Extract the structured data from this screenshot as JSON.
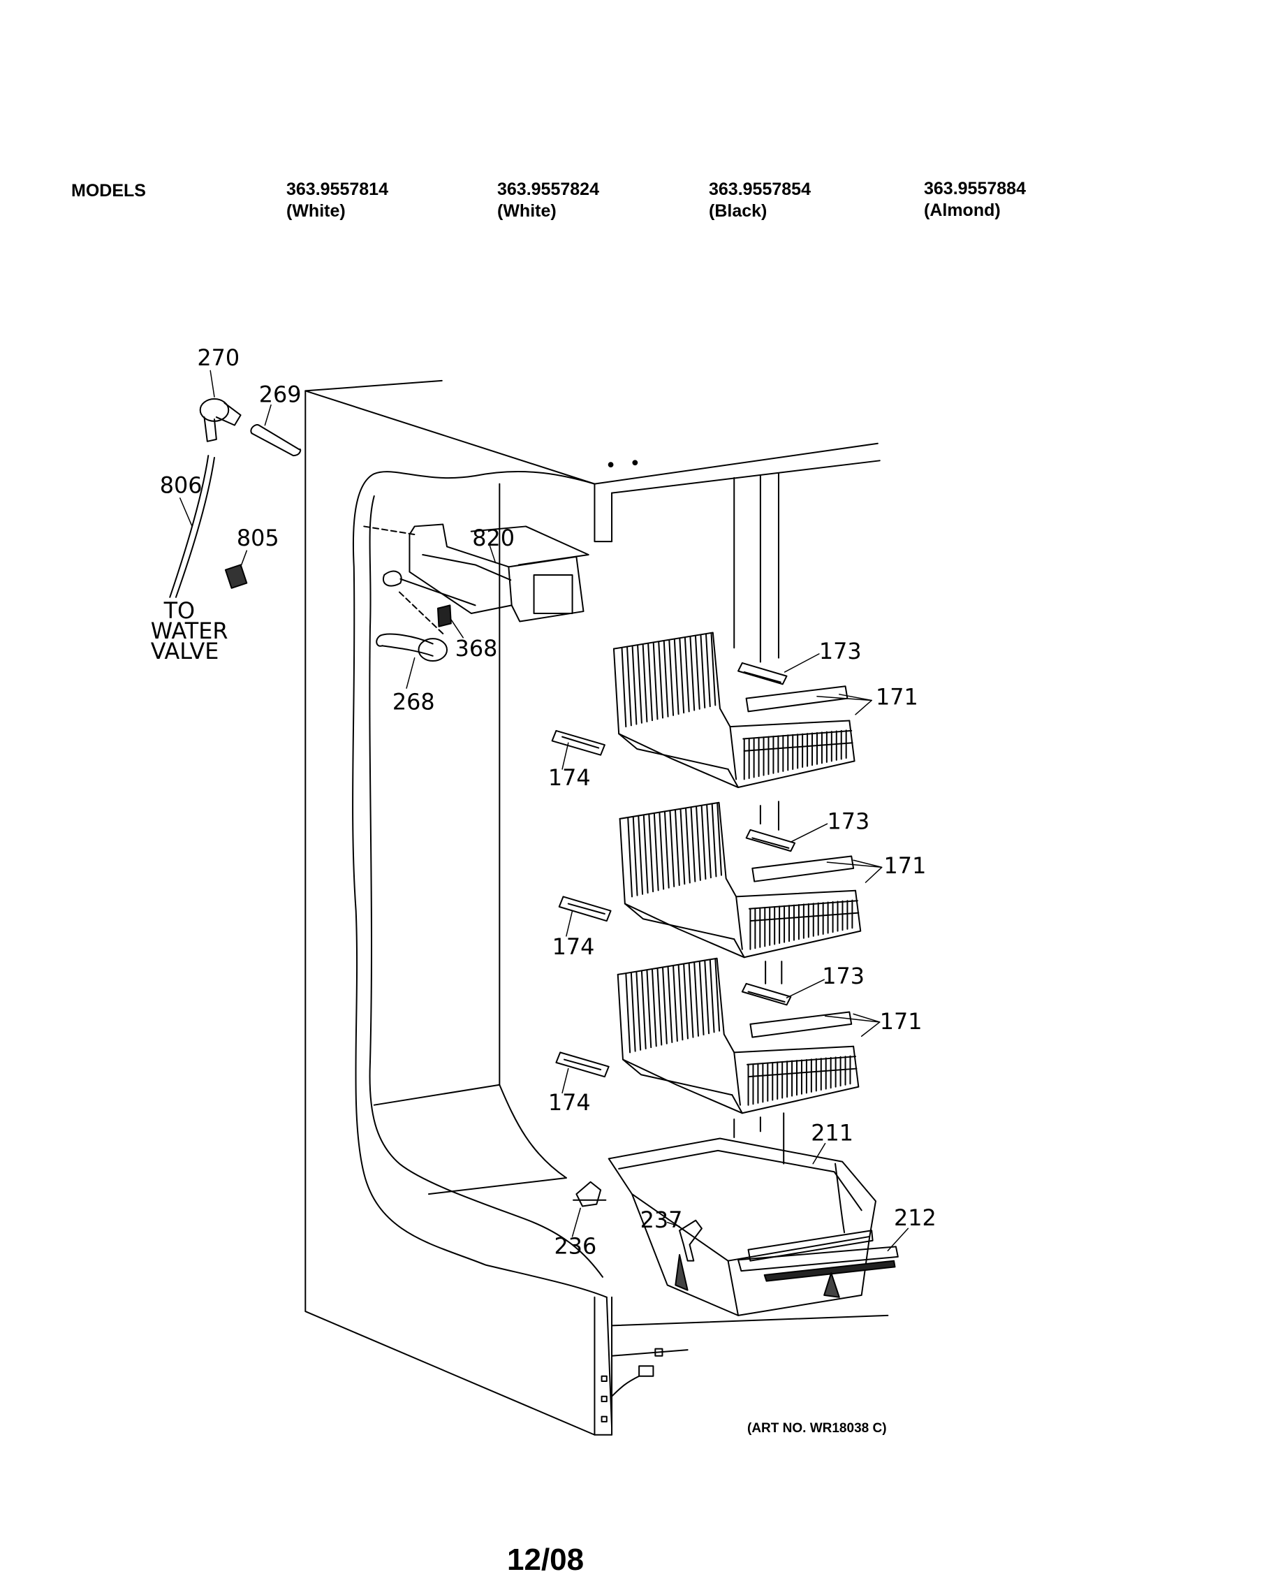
{
  "header": {
    "models_label": "MODELS",
    "models": [
      {
        "number": "363.9557814",
        "color": "(White)"
      },
      {
        "number": "363.9557824",
        "color": "(White)"
      },
      {
        "number": "363.9557854",
        "color": "(Black)"
      },
      {
        "number": "363.9557884",
        "color": "(Almond)"
      }
    ]
  },
  "diagram": {
    "water_note": [
      "TO",
      "WATER",
      "VALVE"
    ],
    "callouts": {
      "p270": "270",
      "p269": "269",
      "p806": "806",
      "p805": "805",
      "p820": "820",
      "p368": "368",
      "p268": "268",
      "p173a": "173",
      "p171a": "171",
      "p174a": "174",
      "p173b": "173",
      "p171b": "171",
      "p174b": "174",
      "p173c": "173",
      "p171c": "171",
      "p174c": "174",
      "p211": "211",
      "p212": "212",
      "p237": "237",
      "p236": "236"
    }
  },
  "footer": {
    "art_no": "(ART NO. WR18038 C)",
    "page_id": "12/08"
  }
}
